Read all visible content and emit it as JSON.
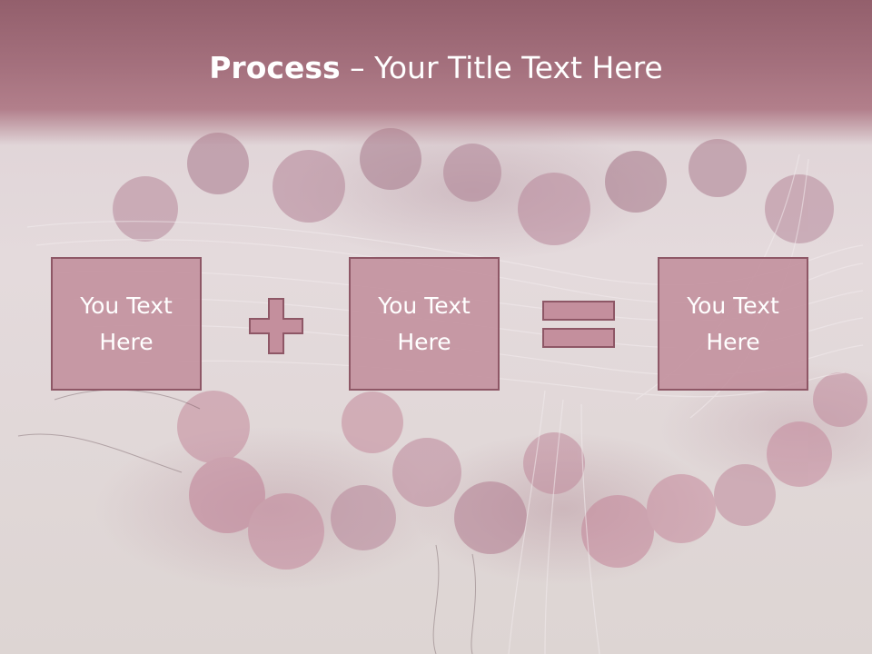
{
  "slide": {
    "title_bold": "Process",
    "title_rest": " – Your Title Text Here",
    "boxes": [
      {
        "label": "You Text Here"
      },
      {
        "label": "You Text Here"
      },
      {
        "label": "You Text Here"
      }
    ],
    "operators": [
      "plus-icon",
      "equals-icon"
    ],
    "colors": {
      "header": "#a4707d",
      "box_fill": "#c18e9c",
      "box_border": "#8e5766",
      "text": "#ffffff"
    }
  }
}
